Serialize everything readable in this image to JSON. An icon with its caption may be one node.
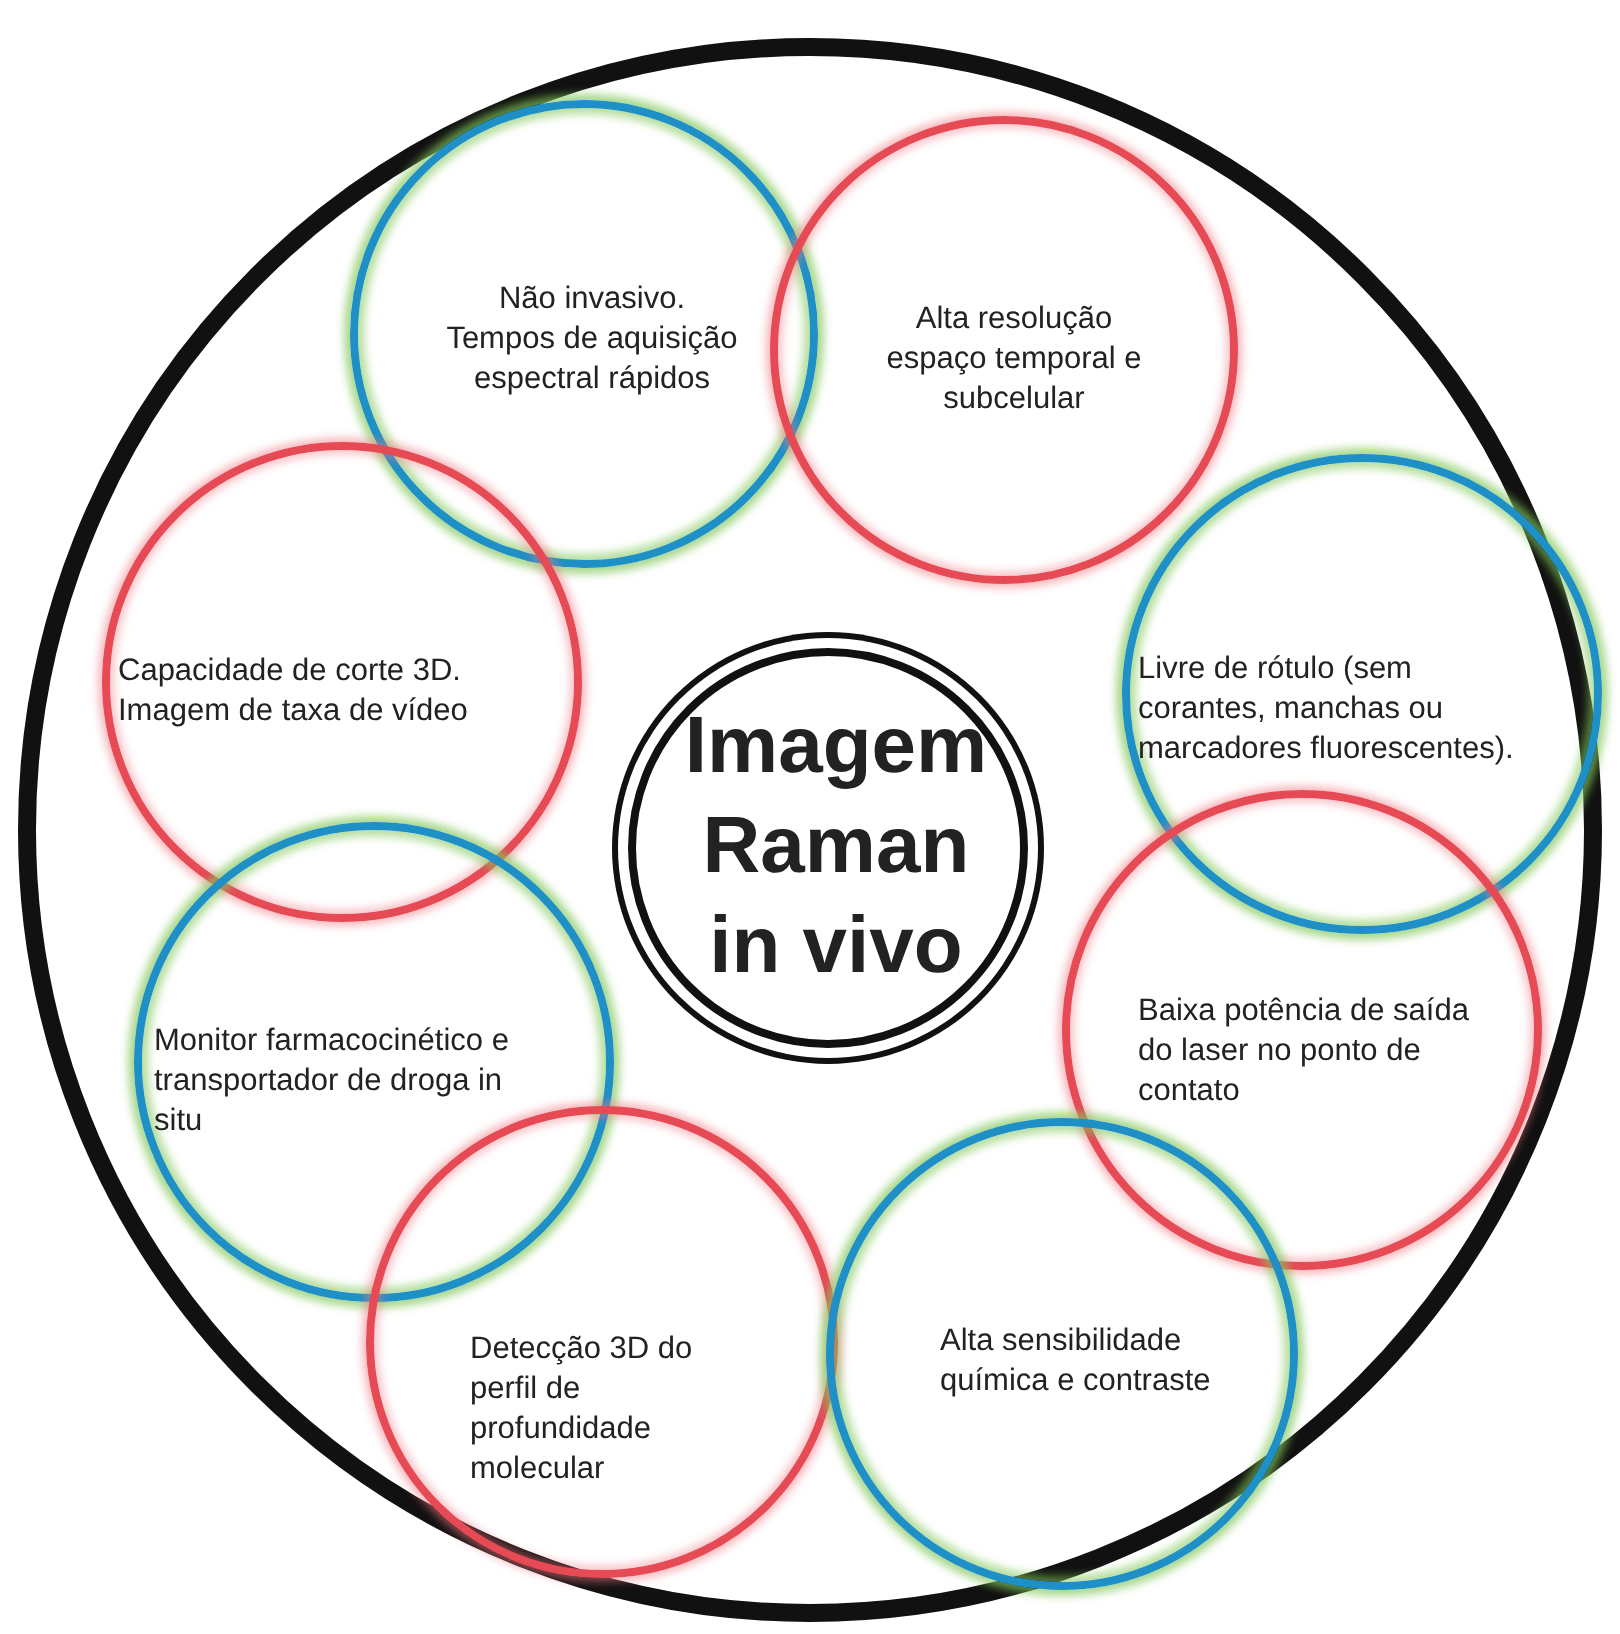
{
  "diagram": {
    "nodes": [
      {
        "text": [],
        "shape": "circle"
      },
      {
        "text": [
          "Imagem Raman in vivo"
        ],
        "in": 0
      },
      {
        "text": [
          "Não invasivo. Tempos de aquisição espectral rápidos"
        ],
        "in": 0
      },
      {
        "text": [
          "Alta resolução espaço temporal e subcelular"
        ],
        "in": 0
      },
      {
        "text": [
          "Capacidade de corte 3D. Imagem de taxa de vídeo"
        ],
        "in": 0
      },
      {
        "text": [
          "Livre de rótulo (sem corantes, manchas ou marcadores fluorescentes)."
        ],
        "in": 0
      },
      {
        "text": [
          "Monitor farmacocinético e transportador de droga in situ"
        ],
        "in": 0
      },
      {
        "text": [
          "Baixa potência de saída do laser no ponto de contato"
        ],
        "in": 0
      },
      {
        "text": [
          "Detecção 3D do perfil de profundidade molecular"
        ],
        "in": 0
      },
      {
        "text": [
          "Alta sensibilidade química e contraste"
        ],
        "in": 0
      }
    ]
  }
}
